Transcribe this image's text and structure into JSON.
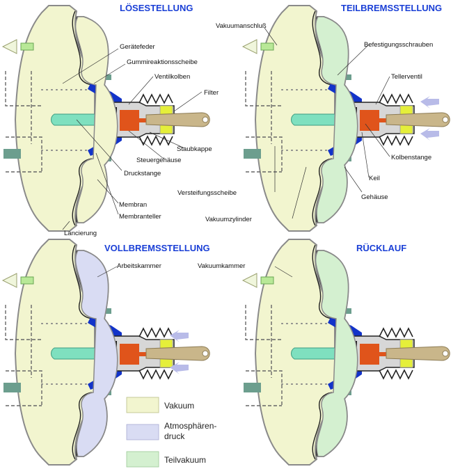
{
  "panels": [
    {
      "title": "LÖSESTELLUNG"
    },
    {
      "title": "TEILBREMSSTELLUNG"
    },
    {
      "title": "VOLLBREMSSTELLUNG"
    },
    {
      "title": "RÜCKLAUF"
    }
  ],
  "labels": {
    "geraetefeder": "Gerätefeder",
    "gummireaktionsscheibe": "Gummireaktionsscheibe",
    "ventilkolben": "Ventilkolben",
    "filter": "Filter",
    "staubkappe": "Staubkappe",
    "steuergehaeuse": "Steuergehäuse",
    "druckstange": "Druckstange",
    "membran": "Membran",
    "membranteller": "Membranteller",
    "lancierung": "Lancierung",
    "vakuumanschluss": "Vakuumanschluß",
    "befestigungsschrauben": "Befestigungsschrauben",
    "tellerventil": "Tellerventil",
    "kolbenstange": "Kolbenstange",
    "keil": "Keil",
    "versteifungsscheibe": "Versteifungsscheibe",
    "gehaeuse": "Gehäuse",
    "vakuumzylinder": "Vakuumzylinder",
    "arbeitskammer": "Arbeitskammer",
    "vakuumkammer": "Vakuumkammer"
  },
  "legend": [
    {
      "label": "Vakuum",
      "color": "#f2f5cf"
    },
    {
      "label_line1": "Atmosphären-",
      "label_line2": "druck",
      "color": "#d9dcf3"
    },
    {
      "label": "Teilvakuum",
      "color": "#d4f0d0"
    }
  ],
  "colors": {
    "title": "#1a3fd6",
    "vakuum": "#f2f5cf",
    "atmosphaere": "#d9dcf3",
    "teilvakuum": "#d4f0d0",
    "membranteller": "#1233c9",
    "ventil_orange": "#e0541b",
    "kolbenstange": "#c9b68a",
    "druckstange": "#7fe0bf",
    "filter": "#e5ef3a",
    "schrauben": "#6c9e8e"
  }
}
